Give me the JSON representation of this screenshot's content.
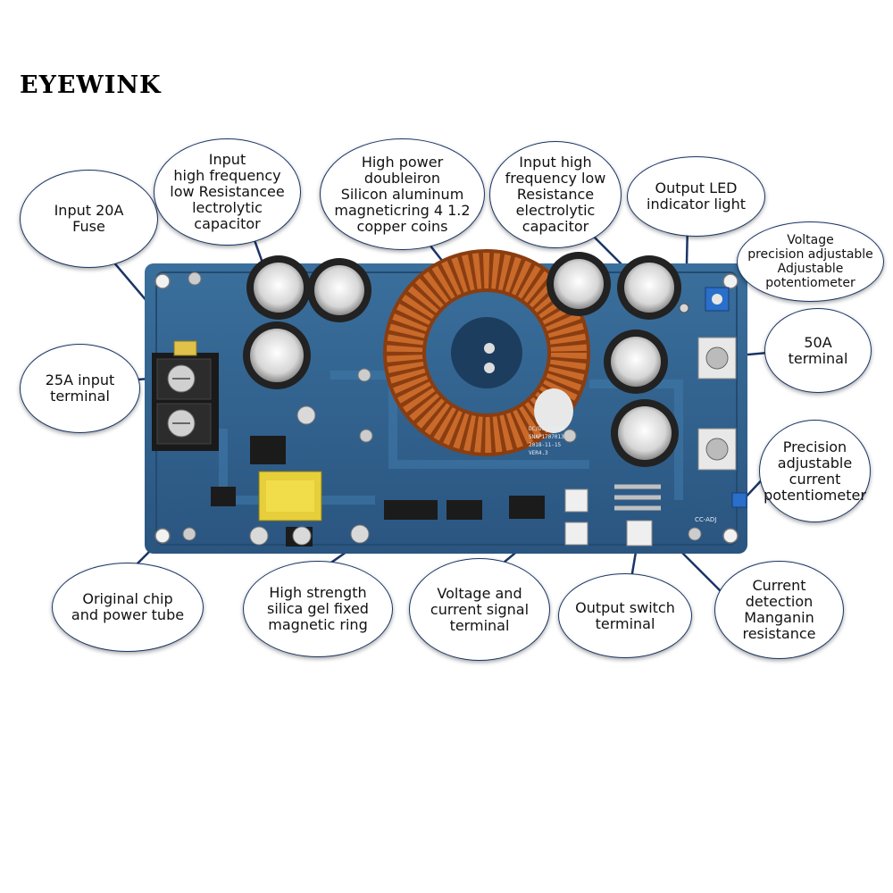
{
  "brand": {
    "name": "EYEWINK"
  },
  "board": {
    "silkscreen": {
      "model": "DC/DC POWER\nSNAP1707013\n2018-11-15\nVER4.3",
      "cc_adj": "CC-ADJ"
    }
  },
  "callouts": {
    "fuse": "Input 20A\nFuse",
    "input_cap": "Input\nhigh frequency\nlow Resistancee\nlectrolytic\ncapacitor",
    "inductor": "High power\ndoubleiron\nSilicon aluminum\nmagneticring 4 1.2\ncopper coins",
    "input_cap2": "Input high\nfrequency low\nResistance\nelectrolytic\ncapacitor",
    "output_led": "Output LED\nindicator light",
    "voltage_pot": "Voltage\nprecision adjustable\nAdjustable\npotentiometer",
    "terminal_50a": "50A\nterminal",
    "input_terminal": "25A input\nterminal",
    "current_pot": "Precision\nadjustable\ncurrent\npotentiometer",
    "chip": "Original chip\nand power tube",
    "silica_gel": "High strength\nsilica gel fixed\nmagnetic ring",
    "signal_terminal": "Voltage and\ncurrent signal\nterminal",
    "switch_terminal": "Output switch\nterminal",
    "manganin": "Current\ndetection\nManganin\nresistance"
  },
  "colors": {
    "pcb": "#2d5f8c",
    "pcb_dark": "#1f4468",
    "copper": "#b85a22",
    "callout_border": "#1a3566"
  }
}
